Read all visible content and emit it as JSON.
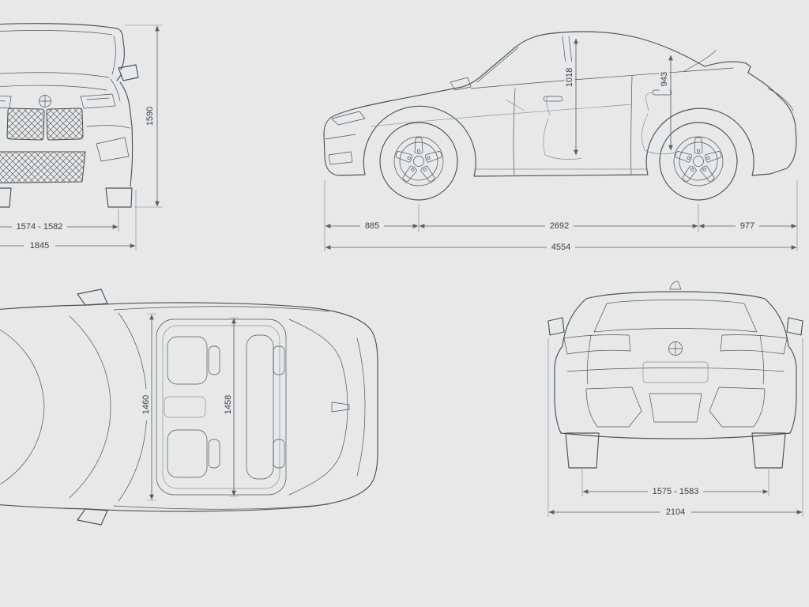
{
  "colors": {
    "background": "#e8e8e8",
    "line": "#4d5358",
    "dimension_text": "#3c4146"
  },
  "front_view": {
    "overall_height": "1590",
    "front_track": "1574 - 1582",
    "overall_width": "1845"
  },
  "side_view": {
    "front_headroom": "1018",
    "rear_headroom": "943",
    "front_overhang": "885",
    "wheelbase": "2692",
    "rear_overhang": "977",
    "overall_length": "4554"
  },
  "top_view": {
    "front_interior_width": "1460",
    "rear_interior_width": "1458"
  },
  "rear_view": {
    "rear_track": "1575 - 1583",
    "width_including_mirrors": "2104"
  }
}
